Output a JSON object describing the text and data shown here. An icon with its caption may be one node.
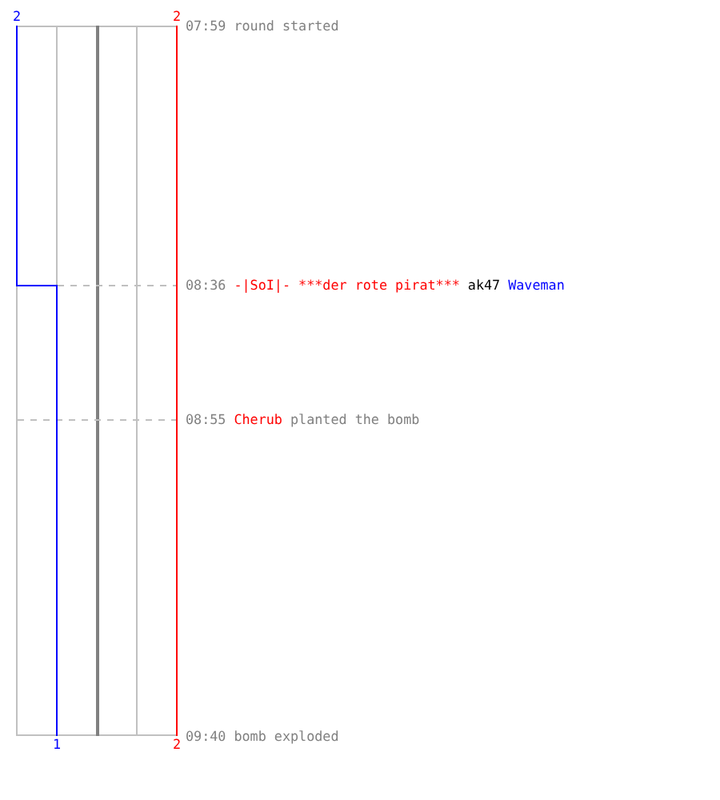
{
  "diagram": {
    "labels": [
      "2",
      "2",
      "07:59",
      "round started",
      "08:36",
      "-|SoI|- ***der rote pirat***",
      "ak47",
      "Waveman",
      "08:55",
      "Cherub",
      "planted the bomb",
      "09:40",
      "bomb exploded",
      "1",
      "2"
    ]
  }
}
